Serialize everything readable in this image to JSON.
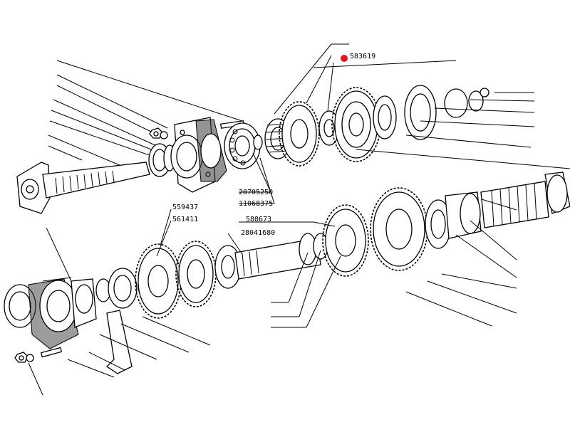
{
  "part_numbers": {
    "highlighted": "583619",
    "p20705250": "20705250",
    "p11068375": "11068375",
    "p559437": "559437",
    "p561411": "561411",
    "p588673": "588673",
    "p28041680": "28041680"
  },
  "colors": {
    "marker": "#e8141c",
    "ink": "#000000",
    "background": "#ffffff"
  }
}
